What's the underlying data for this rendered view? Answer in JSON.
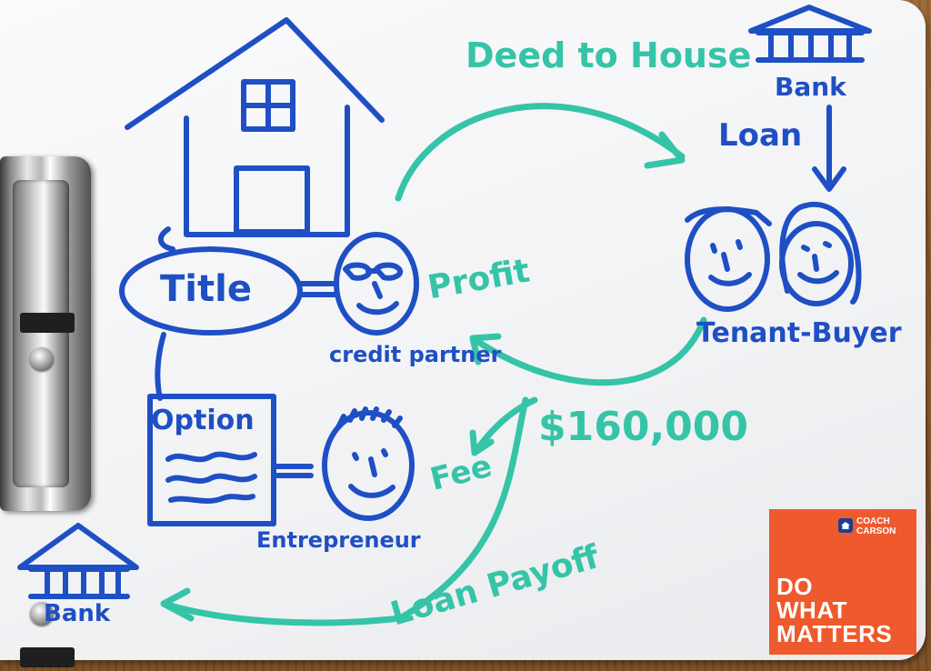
{
  "board": {
    "labels": {
      "deed": "Deed to House",
      "bank_top": "Bank",
      "loan": "Loan",
      "title": "Title",
      "profit": "Profit",
      "credit_partner": "credit partner",
      "tenant_buyer": "Tenant-Buyer",
      "amount": "$160,000",
      "option": "Option",
      "fee": "Fee",
      "entrepreneur": "Entrepreneur",
      "bank_bottom": "Bank",
      "loan_payoff": "Loan Payoff"
    },
    "ink_colors": {
      "blue": "#1f4fc4",
      "teal": "#35c4a8"
    },
    "icons": [
      "house-icon",
      "bank-icon",
      "face-icon",
      "document-icon",
      "arrow-icon"
    ]
  },
  "badge": {
    "logo_text": "COACH CARSON",
    "slogan": [
      "DO",
      "WHAT",
      "MATTERS"
    ],
    "color": "#ee5a2d"
  }
}
